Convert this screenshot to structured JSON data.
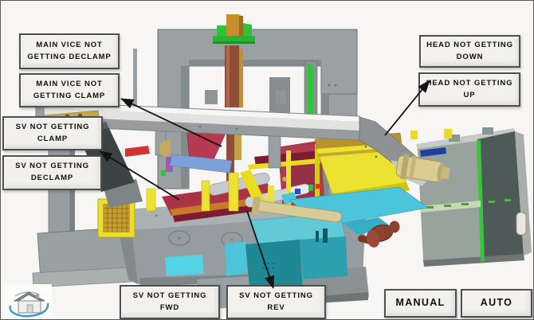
{
  "callouts": {
    "main_vice_declamp": {
      "line1": "MAIN VICE NOT",
      "line2": "GETTING DECLAMP"
    },
    "main_vice_clamp": {
      "line1": "MAIN VICE NOT",
      "line2": "GETTING CLAMP"
    },
    "sv_clamp": {
      "line1": "SV NOT GETTING",
      "line2": "CLAMP"
    },
    "sv_declamp": {
      "line1": "SV NOT GETTING",
      "line2": "DECLAMP"
    },
    "head_down": {
      "line1": "HEAD NOT GETTING",
      "line2": "DOWN"
    },
    "head_up": {
      "line1": "HEAD NOT GETTING",
      "line2": "UP"
    },
    "sv_fwd": {
      "line1": "SV NOT GETTING",
      "line2": "FWD"
    },
    "sv_rev": {
      "line1": "SV NOT GETTING",
      "line2": "REV"
    }
  },
  "buttons": {
    "manual": "MANUAL",
    "auto": "AUTO"
  },
  "colors": {
    "background": "#f7f6f4",
    "box_bg": "#f2f1ed",
    "box_border": "#4e4e4e",
    "text": "#0f0f0f",
    "arrow": "#141414",
    "frame_gray": "#9ba1a3",
    "beam_white": "#e2e3e1",
    "vice_red": "#aa3347",
    "safety_yellow": "#ece231",
    "tank_teal": "#1e8894",
    "chute_cyan": "#4cc4da",
    "green_accent": "#2ec43a",
    "brown_column": "#8f4c38",
    "tan_cylinder": "#d9cb92",
    "cabinet_dark": "#4d5a57",
    "crank_brown": "#8c4030",
    "steel_blue": "#7da0d8",
    "logo_blue": "#2d8ec9"
  },
  "icons": {
    "logo": "company-logo"
  }
}
